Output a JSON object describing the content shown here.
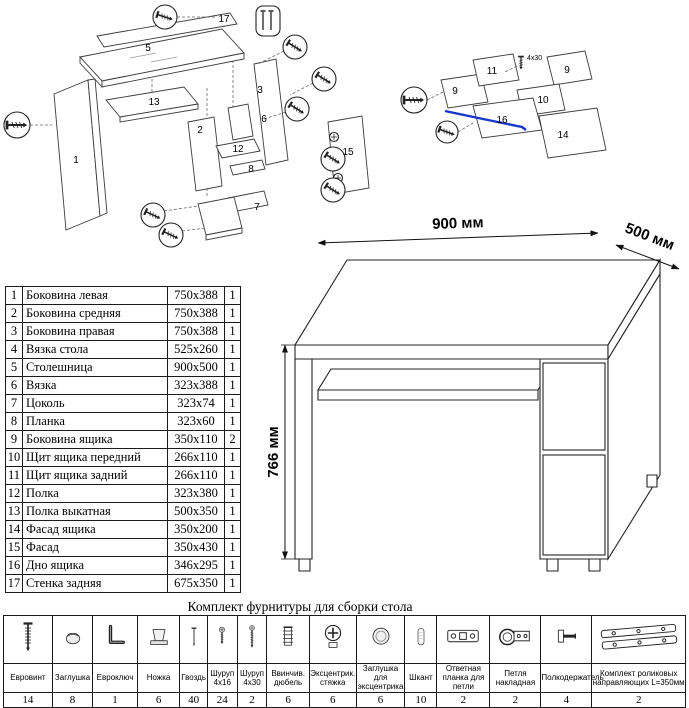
{
  "parts_table": {
    "rows": [
      {
        "num": "1",
        "name": "Боковина левая",
        "size": "750x388",
        "qty": "1"
      },
      {
        "num": "2",
        "name": "Боковина средняя",
        "size": "750x388",
        "qty": "1"
      },
      {
        "num": "3",
        "name": "Боковина правая",
        "size": "750x388",
        "qty": "1"
      },
      {
        "num": "4",
        "name": "Вязка стола",
        "size": "525x260",
        "qty": "1"
      },
      {
        "num": "5",
        "name": "Столешница",
        "size": "900x500",
        "qty": "1"
      },
      {
        "num": "6",
        "name": "Вязка",
        "size": "323x388",
        "qty": "1"
      },
      {
        "num": "7",
        "name": "Цоколь",
        "size": "323x74",
        "qty": "1"
      },
      {
        "num": "8",
        "name": "Планка",
        "size": "323x60",
        "qty": "1"
      },
      {
        "num": "9",
        "name": "Боковина ящика",
        "size": "350x110",
        "qty": "2"
      },
      {
        "num": "10",
        "name": "Щит ящика передний",
        "size": "266x110",
        "qty": "1"
      },
      {
        "num": "11",
        "name": "Щит ящика задний",
        "size": "266x110",
        "qty": "1"
      },
      {
        "num": "12",
        "name": "Полка",
        "size": "323x380",
        "qty": "1"
      },
      {
        "num": "13",
        "name": "Полка выкатная",
        "size": "500x350",
        "qty": "1"
      },
      {
        "num": "14",
        "name": "Фасад ящика",
        "size": "350x200",
        "qty": "1"
      },
      {
        "num": "15",
        "name": "Фасад",
        "size": "350x430",
        "qty": "1"
      },
      {
        "num": "16",
        "name": "Дно ящика",
        "size": "346x295",
        "qty": "1"
      },
      {
        "num": "17",
        "name": "Стенка задняя",
        "size": "675x350",
        "qty": "1"
      }
    ]
  },
  "desk": {
    "dim_width": "900 мм",
    "dim_depth": "500 мм",
    "dim_height": "766 мм"
  },
  "exploded_main": {
    "labels": {
      "l1": "1",
      "l2": "2",
      "l3": "3",
      "l5": "5",
      "l6": "6",
      "l7": "7",
      "l8": "8",
      "l12": "12",
      "l13": "13",
      "l15": "15",
      "l17": "17"
    }
  },
  "exploded_drawer": {
    "labels": {
      "l9a": "9",
      "l9b": "9",
      "l10": "10",
      "l11": "11",
      "l14": "14",
      "l16": "16"
    },
    "note": "4x30"
  },
  "hardware": {
    "title": "Комплект фурнитуры для сборки стола",
    "items": [
      {
        "icon": "confirmat-screw",
        "name": "Евровинт",
        "qty": "14"
      },
      {
        "icon": "cap",
        "name": "Заглушка",
        "qty": "8"
      },
      {
        "icon": "hex-key",
        "name": "Евроключ",
        "qty": "1"
      },
      {
        "icon": "leg",
        "name": "Ножка",
        "qty": "6"
      },
      {
        "icon": "nail",
        "name": "Гвоздь",
        "qty": "40"
      },
      {
        "icon": "screw",
        "name": "Шуруп 4x16",
        "qty": "24"
      },
      {
        "icon": "screw",
        "name": "Шуруп 4x30",
        "qty": "2"
      },
      {
        "icon": "screw-in-dowel",
        "name": "Ввинчив. дюбель",
        "qty": "6"
      },
      {
        "icon": "cam-lock",
        "name": "Эксцентрик. стяжка",
        "qty": "6"
      },
      {
        "icon": "cam-cap",
        "name": "Заглушка для эксцентрика",
        "qty": "6"
      },
      {
        "icon": "wood-dowel",
        "name": "Шкант",
        "qty": "10"
      },
      {
        "icon": "hinge-plate",
        "name": "Ответная планка для петли",
        "qty": "2"
      },
      {
        "icon": "overlay-hinge",
        "name": "Петля накладная",
        "qty": "2"
      },
      {
        "icon": "shelf-pin",
        "name": "Полкодержатель",
        "qty": "4"
      },
      {
        "icon": "roller-slides",
        "name": "Комплект роликовых направляющих L=350мм",
        "qty": "2"
      }
    ]
  }
}
